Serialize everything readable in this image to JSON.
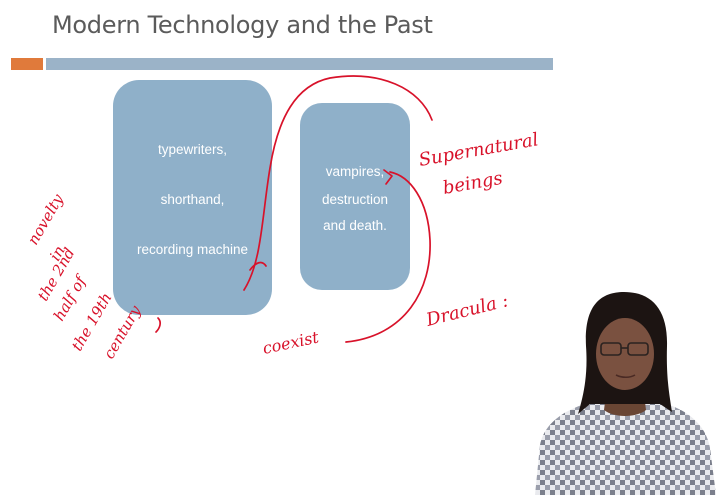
{
  "slide": {
    "title": "Modern Technology and the Past",
    "accent_colors": {
      "orange": "#e07a3b",
      "blue": "#9bb3c8",
      "box": "#8fb0c9",
      "ink": "#d8122a"
    },
    "box_technology": {
      "item_1": "typewriters,",
      "item_2": "shorthand,",
      "item_3": "recording machine"
    },
    "box_supernatural": {
      "line_1": "vampires,",
      "line_2": "destruction",
      "line_3": "and death."
    }
  },
  "annotations": {
    "supernatural_1": "Supernatural",
    "supernatural_2": "beings",
    "dracula": "Dracula :",
    "coexist": "coexist",
    "novelty_1": "novelty",
    "novelty_2": "in",
    "novelty_3": "the 2nd",
    "novelty_4": "half of",
    "novelty_5": "the 19th",
    "novelty_6": "century"
  },
  "presenter": {
    "description": "presenter-video-overlay"
  }
}
